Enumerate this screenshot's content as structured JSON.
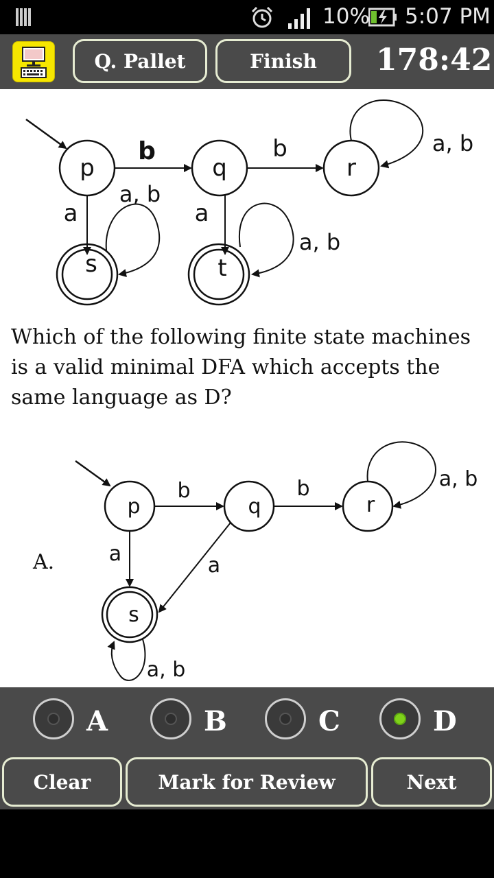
{
  "status_bar": {
    "battery_percent": "10%",
    "time": "5:07 PM"
  },
  "toolbar": {
    "palette_label": "Q. Pallet",
    "finish_label": "Finish",
    "timer": "178:42"
  },
  "figure_d": {
    "states": [
      "p",
      "q",
      "r",
      "s",
      "t"
    ],
    "edges": {
      "p_q": "b",
      "q_r": "b",
      "r_loop": "a, b",
      "p_s": "a",
      "s_loop": "a, b",
      "q_t": "a",
      "t_loop": "a, b"
    }
  },
  "question": {
    "text": "Which of the following finite state machines is a valid minimal DFA which accepts the same language as D?"
  },
  "option_a": {
    "label": "A.",
    "states": [
      "p",
      "q",
      "r",
      "s"
    ],
    "edges": {
      "p_q": "b",
      "q_r": "b",
      "r_loop": "a, b",
      "p_s": "a",
      "q_s": "a",
      "s_loop": "a, b"
    }
  },
  "answers": {
    "options": [
      "A",
      "B",
      "C",
      "D"
    ],
    "selected": "D"
  },
  "bottom": {
    "clear_label": "Clear",
    "review_label": "Mark for Review",
    "next_label": "Next"
  }
}
